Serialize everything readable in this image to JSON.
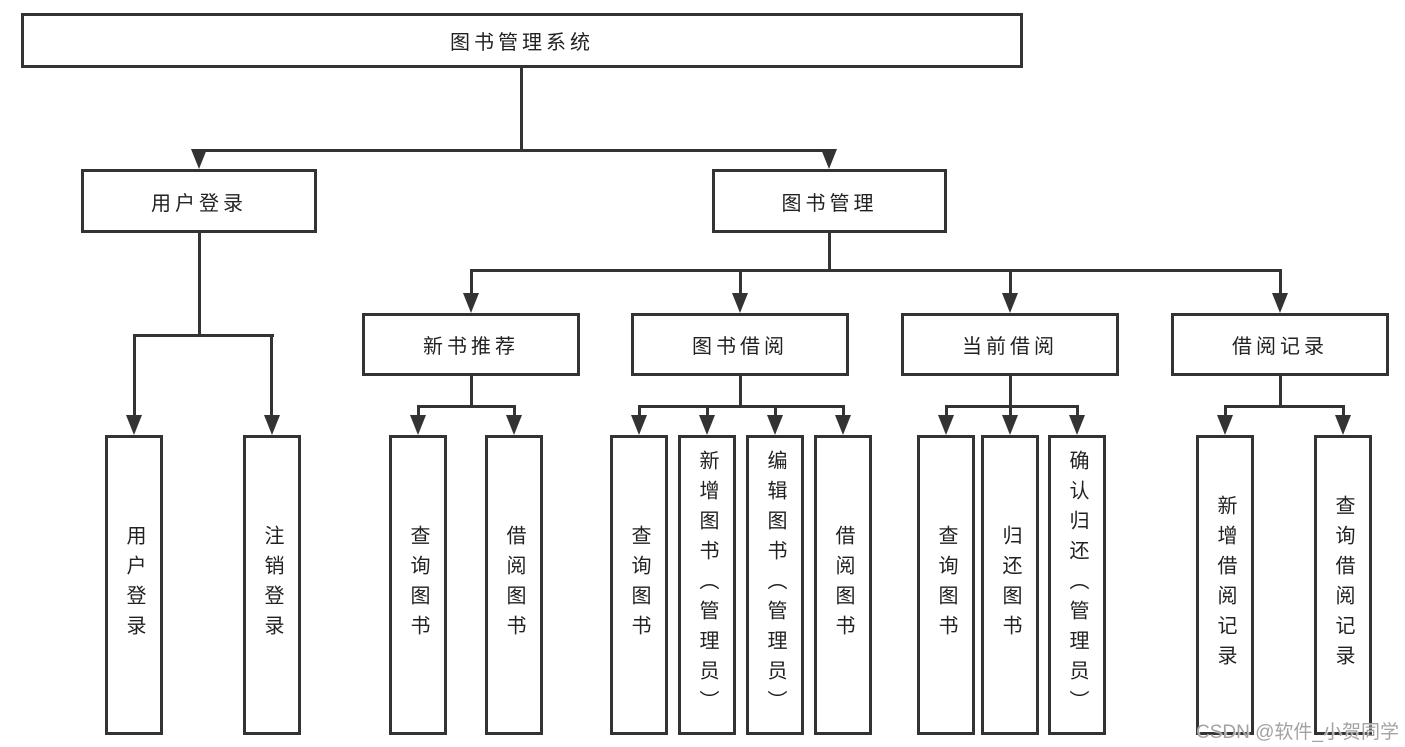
{
  "colors": {
    "line": "#333333",
    "text": "#222222",
    "background": "#ffffff",
    "watermark": "#a3a3a3"
  },
  "tree": {
    "label": "图书管理系统",
    "children": [
      {
        "label": "用户登录",
        "children": [
          {
            "label": "用户登录"
          },
          {
            "label": "注销登录"
          }
        ]
      },
      {
        "label": "图书管理",
        "children": [
          {
            "label": "新书推荐",
            "children": [
              {
                "label": "查询图书"
              },
              {
                "label": "借阅图书"
              }
            ]
          },
          {
            "label": "图书借阅",
            "children": [
              {
                "label": "查询图书"
              },
              {
                "label": "新增图书（管理员）"
              },
              {
                "label": "编辑图书（管理员）"
              },
              {
                "label": "借阅图书"
              }
            ]
          },
          {
            "label": "当前借阅",
            "children": [
              {
                "label": "查询图书"
              },
              {
                "label": "归还图书"
              },
              {
                "label": "确认归还（管理员）"
              }
            ]
          },
          {
            "label": "借阅记录",
            "children": [
              {
                "label": "新增借阅记录"
              },
              {
                "label": "查询借阅记录"
              }
            ]
          }
        ]
      }
    ]
  },
  "watermark": "CSDN @软件_小贺同学"
}
